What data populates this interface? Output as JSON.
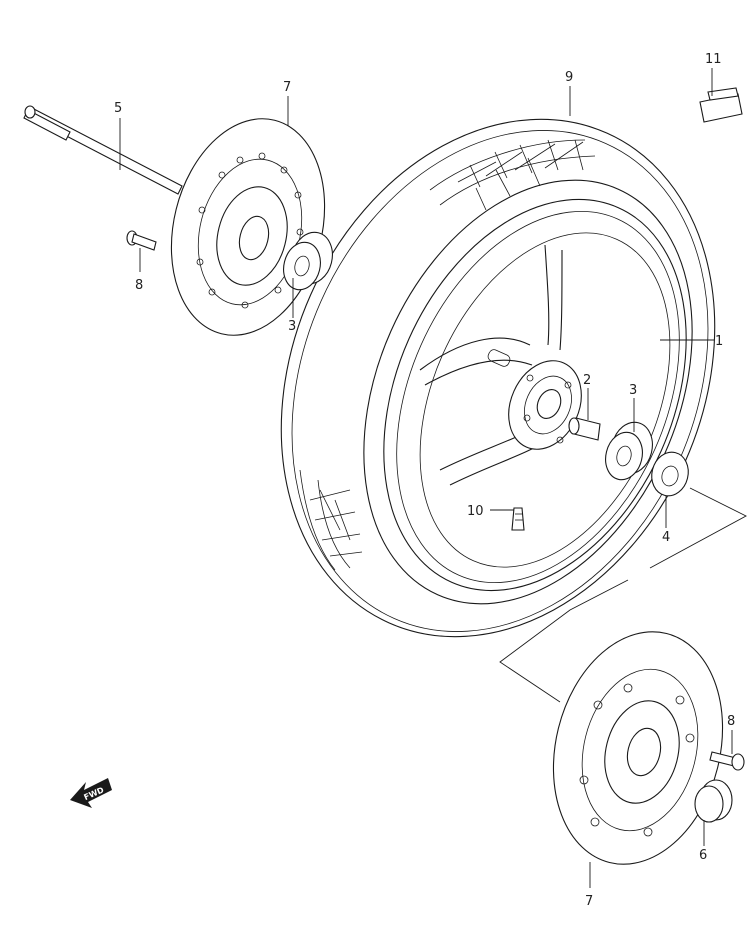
{
  "callouts": [
    {
      "id": "c1",
      "label": "1"
    },
    {
      "id": "c2",
      "label": "2"
    },
    {
      "id": "c3a",
      "label": "3"
    },
    {
      "id": "c3b",
      "label": "3"
    },
    {
      "id": "c4",
      "label": "4"
    },
    {
      "id": "c5",
      "label": "5"
    },
    {
      "id": "c6",
      "label": "6"
    },
    {
      "id": "c7a",
      "label": "7"
    },
    {
      "id": "c7b",
      "label": "7"
    },
    {
      "id": "c8a",
      "label": "8"
    },
    {
      "id": "c8b",
      "label": "8"
    },
    {
      "id": "c9",
      "label": "9"
    },
    {
      "id": "c10",
      "label": "10"
    },
    {
      "id": "c11",
      "label": "11"
    }
  ],
  "fwd_label": "FWD"
}
